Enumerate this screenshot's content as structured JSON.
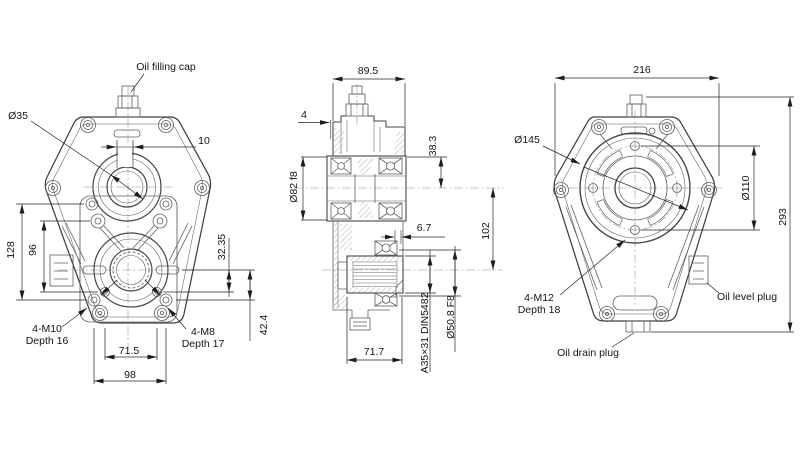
{
  "drawing_type": "gearbox technical drawing, three orthographic views",
  "colors": {
    "background": "#ffffff",
    "part_line": "#5f5f5f",
    "bold_line": "#3f3f3f",
    "dimension_line": "#262626",
    "text": "#141414"
  },
  "front_view": {
    "oil_filling_cap": "Oil filling cap",
    "dia_input": "Ø35",
    "key_width": "10",
    "height_128": "128",
    "height_96": "96",
    "offset_32_35": "32.35",
    "offset_42_4": "42.4",
    "m10_label": "4-M10",
    "m10_depth": "Depth 16",
    "m8_label": "4-M8",
    "m8_depth": "Depth 17",
    "width_71_5": "71.5",
    "width_98": "98"
  },
  "section_view": {
    "width_89_5": "89.5",
    "lip_4": "4",
    "offset_38_3": "38.3",
    "dia_82": "Ø82  f8",
    "step_6_7": "6.7",
    "center_distance_102": "102",
    "spline_spec": "A35×31 DIN5482",
    "dia_50_8": "Ø50.8  F8",
    "hub_length_71_7": "71.7"
  },
  "rear_view": {
    "width_216": "216",
    "dia_145": "Ø145",
    "dia_110": "Ø110",
    "height_293": "293",
    "m12_label": "4-M12",
    "m12_depth": "Depth 18",
    "oil_level_plug": "Oil level plug",
    "oil_drain_plug": "Oil drain plug"
  }
}
